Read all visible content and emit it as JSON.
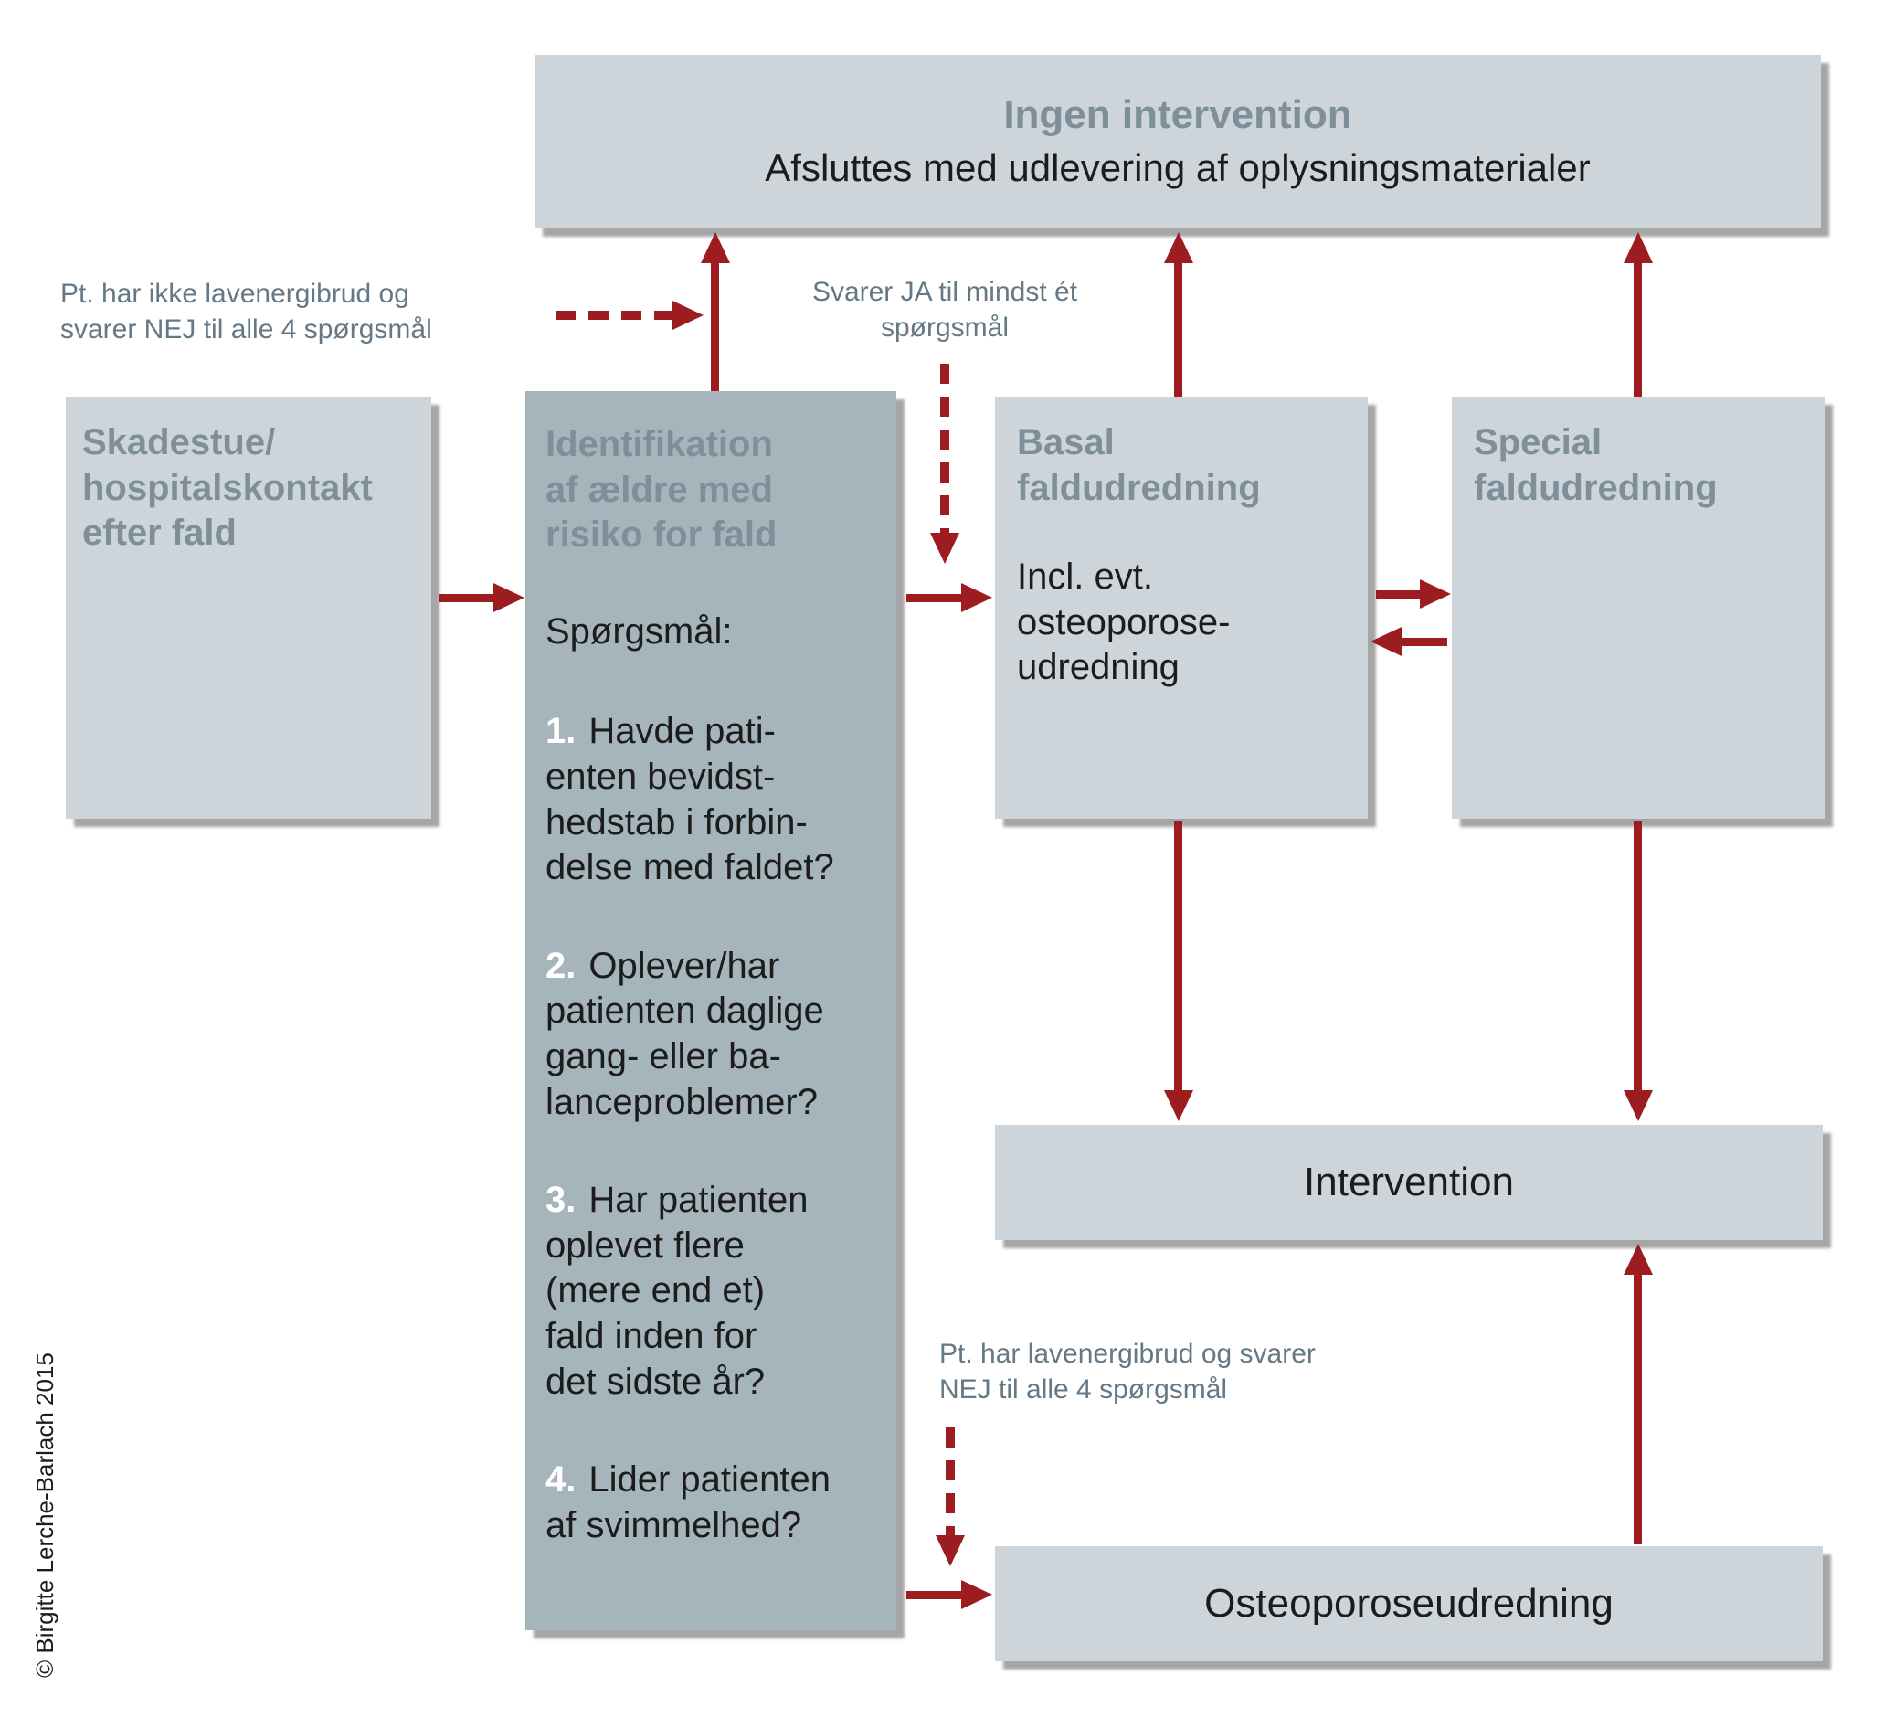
{
  "colors": {
    "red": "#9d1c1f",
    "box-light": "#cdd5da",
    "box-dark": "#a6b4bc",
    "heading": "#7e8f9a",
    "label": "#647885",
    "text": "#1c1c1c",
    "shadow": "#a6a6a6"
  },
  "top_box": {
    "title": "Ingen intervention",
    "subtitle": "Afsluttes med udlevering af oplysningsmaterialer"
  },
  "left_box": {
    "title": "Skadestue/\nhospitalskontakt\nefter fald"
  },
  "identification": {
    "title": "Identifikation\naf ældre med\nrisiko for fald",
    "intro": "Spørgsmål:",
    "questions": [
      {
        "num": "1.",
        "text": "Havde pati-\nenten bevidst-\nhedstab i forbin-\ndelse med faldet?"
      },
      {
        "num": "2.",
        "text": "Oplever/har\npatienten daglige\ngang- eller ba-\nlanceproblemer?"
      },
      {
        "num": "3.",
        "text": "Har patienten\noplevet flere\n(mere end et)\nfald inden for\ndet sidste år?"
      },
      {
        "num": "4.",
        "text": "Lider patienten\naf svimmelhed?"
      }
    ]
  },
  "basal_box": {
    "title": "Basal\nfaldudredning",
    "body": "Incl. evt.\nosteoporose-\nudredning"
  },
  "special_box": {
    "title": "Special\nfaldudredning"
  },
  "intervention_box": {
    "label": "Intervention"
  },
  "osteo_box": {
    "label": "Osteoporoseudredning"
  },
  "labels": {
    "no_fracture": "Pt. har ikke lavenergibrud og\nsvarer NEJ til alle 4 spørgsmål",
    "yes_answer": "Svarer JA til mindst ét\nspørgsmål",
    "fracture": "Pt. har lavenergibrud og svarer\nNEJ til alle 4 spørgsmål"
  },
  "copyright": "© Birgitte Lerche-Barlach 2015"
}
